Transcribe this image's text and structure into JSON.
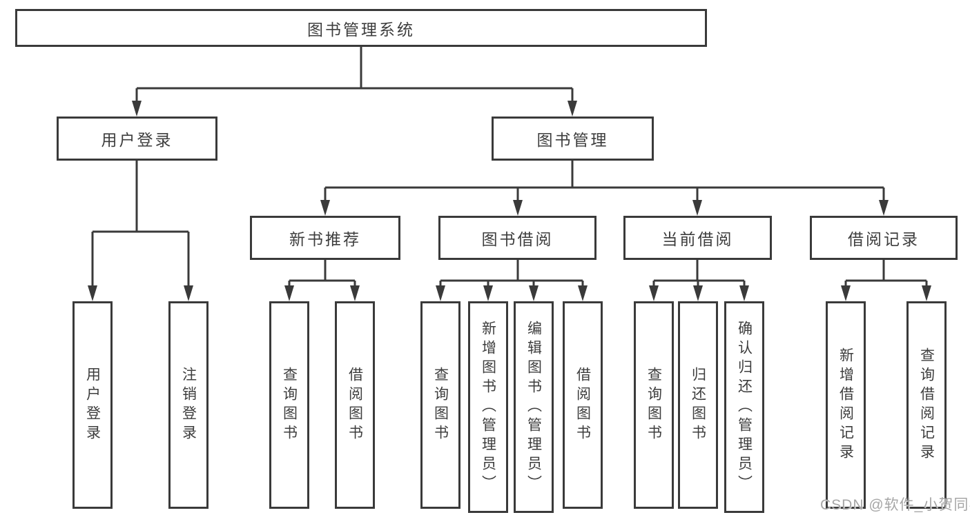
{
  "tree": {
    "root": "图书管理系统",
    "level2": [
      {
        "label": "用户登录",
        "leaves": [
          "用户登录",
          "注销登录"
        ]
      },
      {
        "label": "图书管理",
        "groups": [
          {
            "label": "新书推荐",
            "leaves": [
              "查询图书",
              "借阅图书"
            ]
          },
          {
            "label": "图书借阅",
            "leaves": [
              "查询图书",
              "新增图书（管理员）",
              "编辑图书（管理员）",
              "借阅图书"
            ]
          },
          {
            "label": "当前借阅",
            "leaves": [
              "查询图书",
              "归还图书",
              "确认归还（管理员）"
            ]
          },
          {
            "label": "借阅记录",
            "leaves": [
              "新增借阅记录",
              "查询借阅记录"
            ]
          }
        ]
      }
    ]
  },
  "watermark": "CSDN @软件_小贺同学",
  "colors": {
    "line": "#3a3a3a",
    "text": "#3d3d3d",
    "watermark": "#a6a6a6",
    "background": "#ffffff"
  }
}
